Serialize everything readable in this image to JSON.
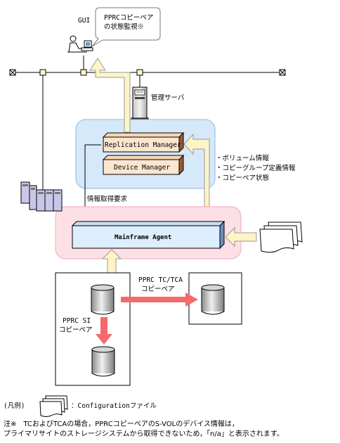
{
  "gui": {
    "label": "GUI",
    "bubble_line1": "PPRCコピーペア",
    "bubble_line2": "の状態監視※"
  },
  "server": {
    "label": "管理サーバ"
  },
  "components": {
    "replication_manager": "Replication Manager",
    "device_manager": "Device Manager",
    "mainframe_agent": "Mainframe Agent"
  },
  "info_list": {
    "item1": "・ボリューム情報",
    "item2": "・コピーグループ定義情報",
    "item3": "・コピーペア状態"
  },
  "request_label": "情報取得要求",
  "tc_tca": {
    "line1": "PPRC TC/TCA",
    "line2": "コピーペア"
  },
  "si": {
    "line1": "PPRC SI",
    "line2": "コピーペア"
  },
  "legend": {
    "title": "(凡例)",
    "config_file": "：Configurationファイル"
  },
  "footnote": {
    "line1": "注※　TCおよびTCAの場合，PPRCコピーペアのS-VOLのデバイス情報は，",
    "line2": "プライマリサイトのストレージシステムから取得できないため，「n/a」と表示されます。"
  },
  "colors": {
    "blue_area": "#d6e9fb",
    "pink_area": "#fce0e6",
    "beige_box": "#fbe6cf",
    "agent_box": "#ddeeff",
    "cream_arrow": "#fff4c6",
    "red_arrow": "#f46a6a"
  }
}
